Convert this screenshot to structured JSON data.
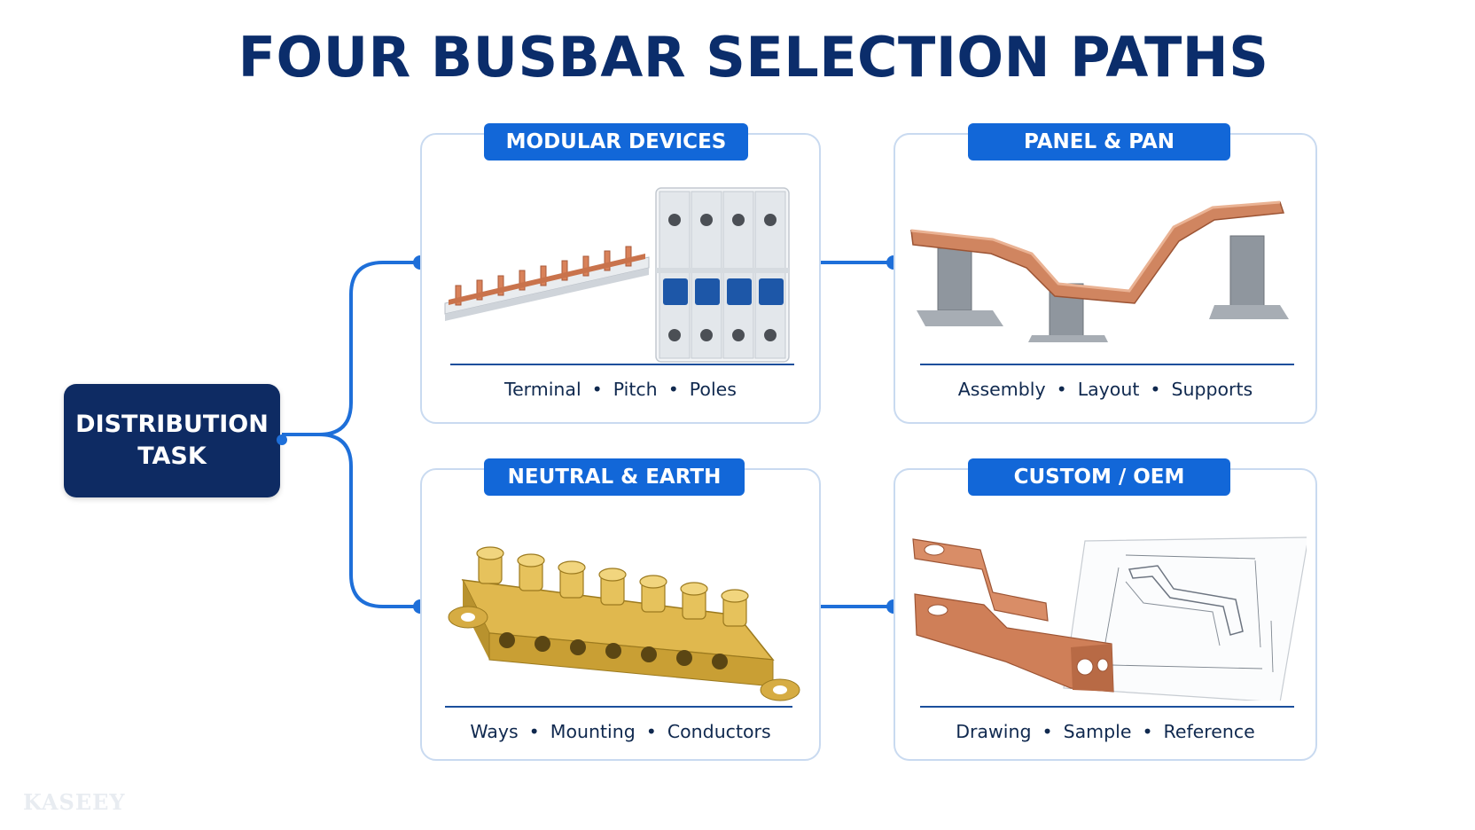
{
  "title": "FOUR BUSBAR SELECTION PATHS",
  "root": {
    "line1": "DISTRIBUTION",
    "line2": "TASK"
  },
  "cards": [
    {
      "label": "MODULAR DEVICES",
      "features": [
        "Terminal",
        "Pitch",
        "Poles"
      ]
    },
    {
      "label": "PANEL & PAN",
      "features": [
        "Assembly",
        "Layout",
        "Supports"
      ]
    },
    {
      "label": "NEUTRAL & EARTH",
      "features": [
        "Ways",
        "Mounting",
        "Conductors"
      ]
    },
    {
      "label": "CUSTOM / OEM",
      "features": [
        "Drawing",
        "Sample",
        "Reference"
      ]
    }
  ],
  "brand": "KASEEY",
  "colors": {
    "navy": "#0e2b63",
    "accent": "#1267d8",
    "connector": "#1e6fd9",
    "copper": "#c77a52",
    "brass": "#c9a23a"
  }
}
